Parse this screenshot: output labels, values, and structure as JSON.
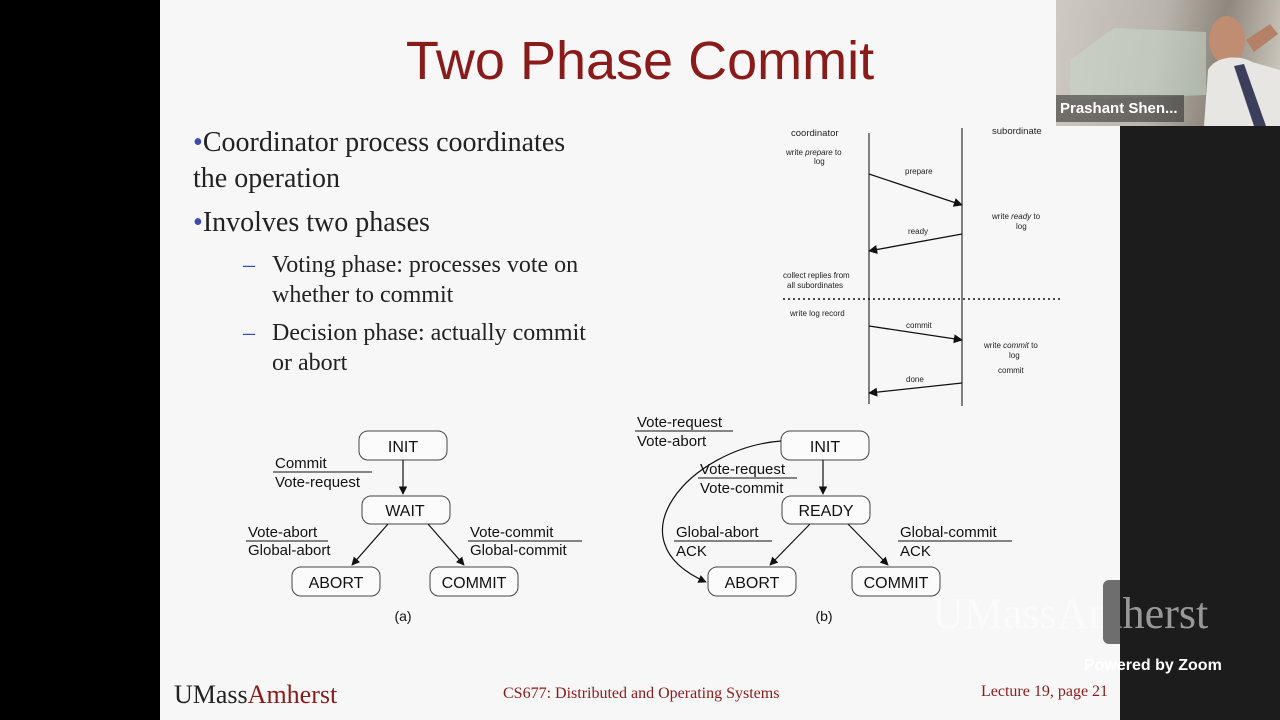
{
  "slide": {
    "title": "Two Phase Commit",
    "bullets": [
      {
        "line1": "Coordinator process coordinates",
        "line2": "the operation"
      },
      {
        "line1": "Involves two phases"
      }
    ],
    "sub_bullets": [
      {
        "line1": "Voting phase: processes vote on",
        "line2": "whether to commit"
      },
      {
        "line1": "Decision phase: actually commit",
        "line2": "or abort"
      }
    ],
    "footer_logo_a": "UMass",
    "footer_logo_b": "Amherst",
    "footer_center": "CS677: Distributed and Operating Systems",
    "footer_right": "Lecture 19, page 21"
  },
  "timeline": {
    "coordinator": "coordinator",
    "subordinate": "subordinate",
    "write_prepare_a": "write ",
    "write_prepare_b": "prepare",
    "write_prepare_c": " to",
    "log": "log",
    "prepare": "prepare",
    "write_ready_a": "write ",
    "write_ready_b": "ready",
    "write_ready_c": " to",
    "ready": "ready",
    "collect_1": "collect replies from",
    "collect_2": "all subordinates",
    "write_log_record": "write log record",
    "commit": "commit",
    "write_commit_a": "write ",
    "write_commit_b": "commit",
    "write_commit_c": " to",
    "commit_label": "commit",
    "done": "done"
  },
  "diagram_a": {
    "init": "INIT",
    "wait": "WAIT",
    "abort": "ABORT",
    "commit": "COMMIT",
    "t1_top": "Commit",
    "t1_bot": "Vote-request",
    "t2_top": "Vote-abort",
    "t2_bot": "Global-abort",
    "t3_top": "Vote-commit",
    "t3_bot": "Global-commit",
    "caption": "(a)"
  },
  "diagram_b": {
    "init": "INIT",
    "ready": "READY",
    "abort": "ABORT",
    "commit": "COMMIT",
    "t0_top": "Vote-request",
    "t0_bot": "Vote-abort",
    "t1_top": "Vote-request",
    "t1_bot": "Vote-commit",
    "t2_top": "Global-abort",
    "t2_bot": "ACK",
    "t3_top": "Global-commit",
    "t3_bot": "ACK",
    "caption": "(b)"
  },
  "zoom": {
    "participant_name": "Prashant Shen...",
    "watermark": "UMassAmherst",
    "powered_by": "Powered by Zoom"
  }
}
